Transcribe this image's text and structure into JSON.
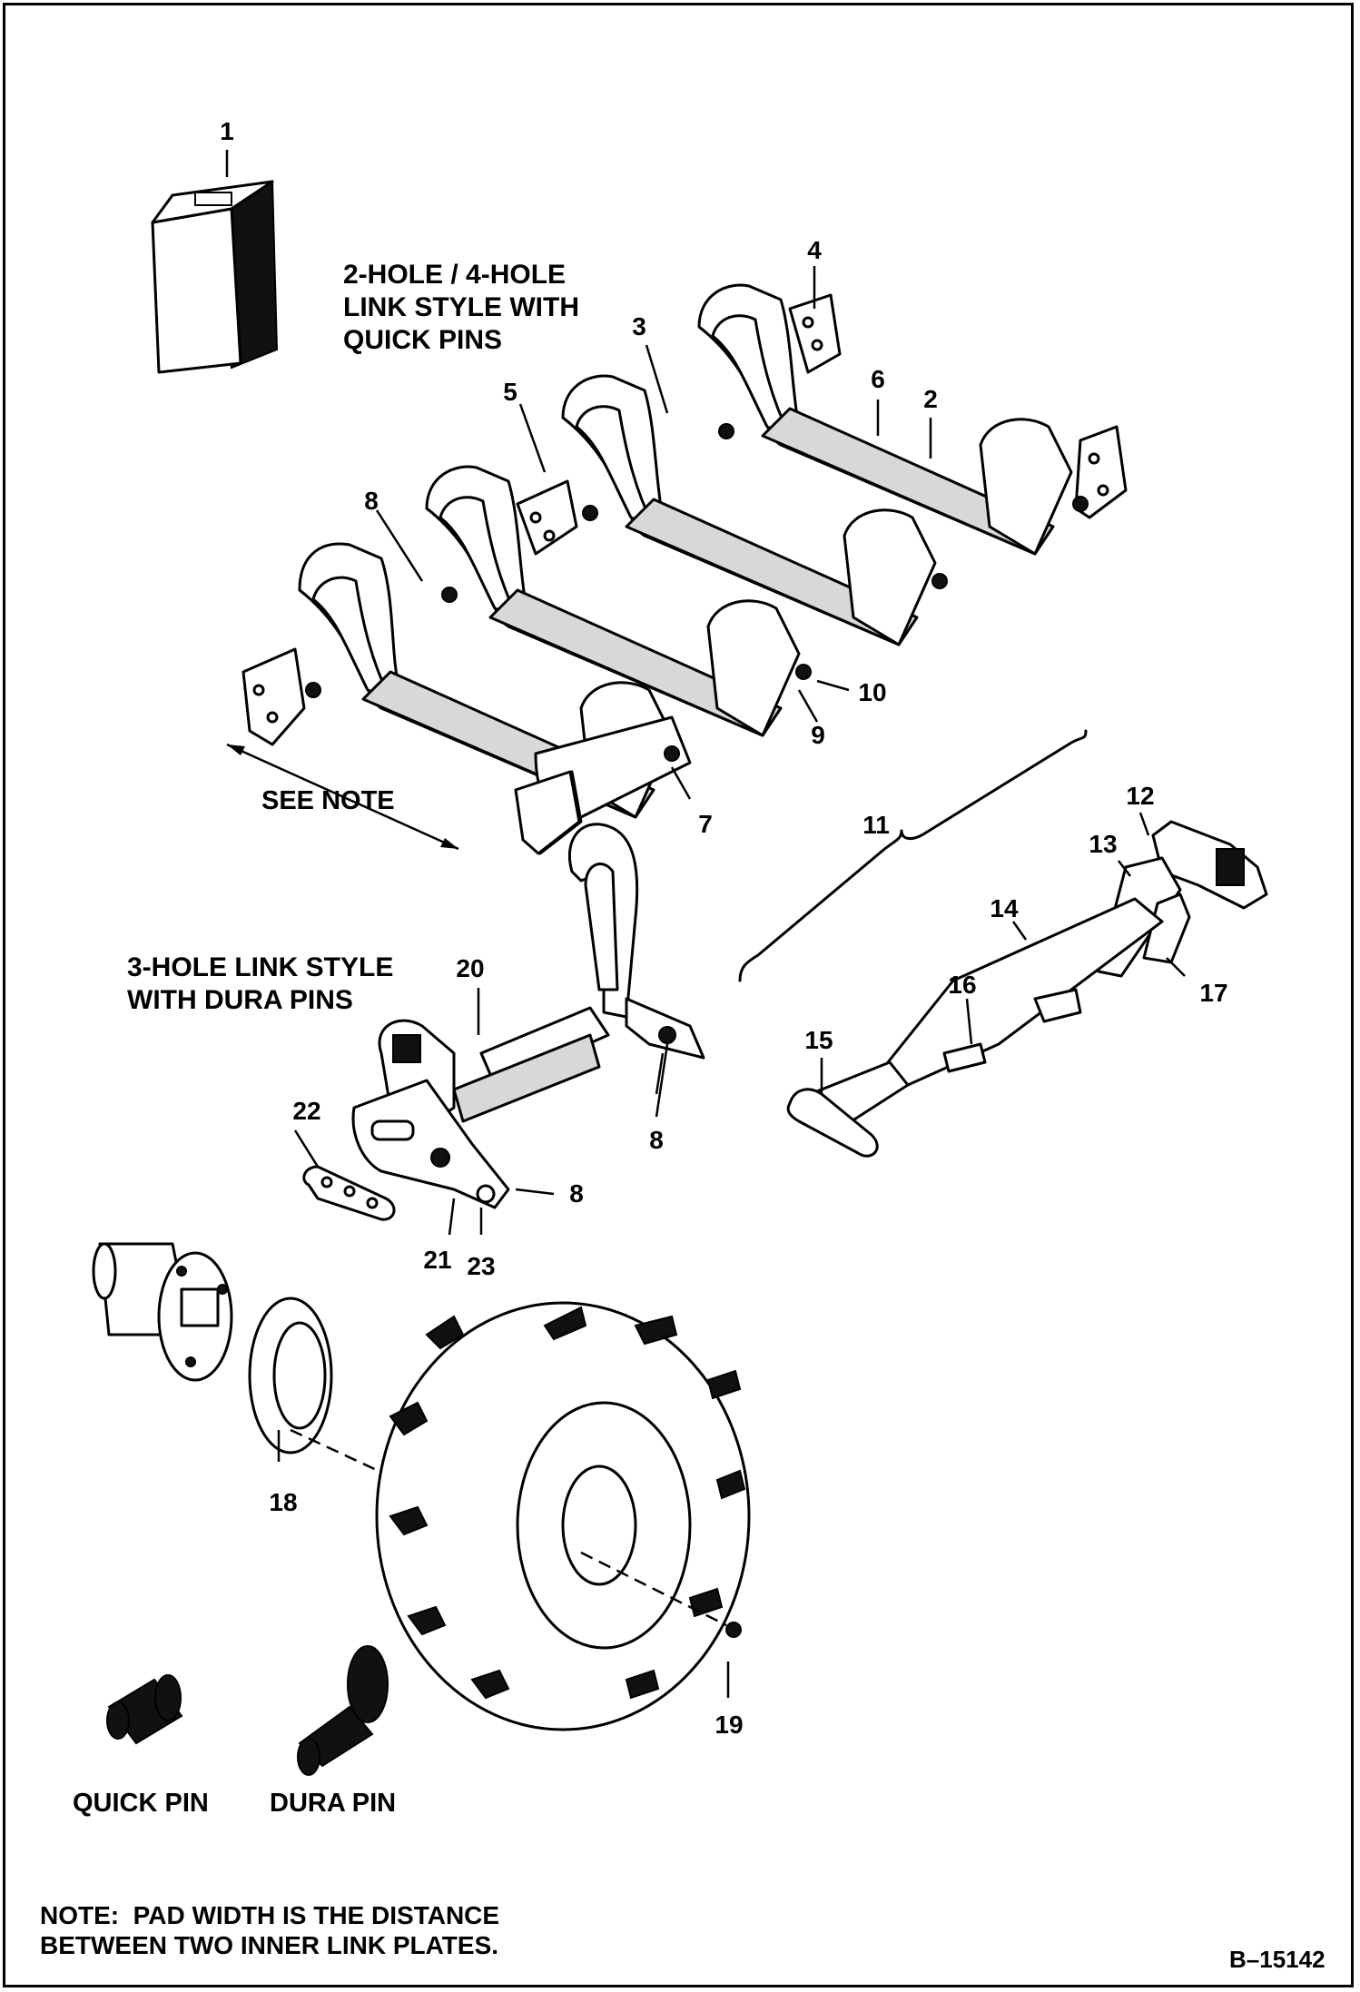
{
  "captions": {
    "link_style_quick": "2-HOLE / 4-HOLE\nLINK STYLE WITH\nQUICK PINS",
    "link_style_dura": "3-HOLE LINK STYLE\nWITH DURA PINS",
    "see_note": "SEE NOTE",
    "quick_pin": "QUICK PIN",
    "dura_pin": "DURA PIN",
    "note": "NOTE:  PAD WIDTH IS THE DISTANCE\nBETWEEN TWO INNER LINK PLATES.",
    "figure_id": "B–15142"
  },
  "callouts": {
    "c1": "1",
    "c2": "2",
    "c3": "3",
    "c4": "4",
    "c5": "5",
    "c6": "6",
    "c7": "7",
    "c8a": "8",
    "c8b": "8",
    "c8c": "8",
    "c9": "9",
    "c10": "10",
    "c11": "11",
    "c12": "12",
    "c13": "13",
    "c14": "14",
    "c15": "15",
    "c16": "16",
    "c17": "17",
    "c18": "18",
    "c19": "19",
    "c20": "20",
    "c21": "21",
    "c22": "22",
    "c23": "23"
  }
}
